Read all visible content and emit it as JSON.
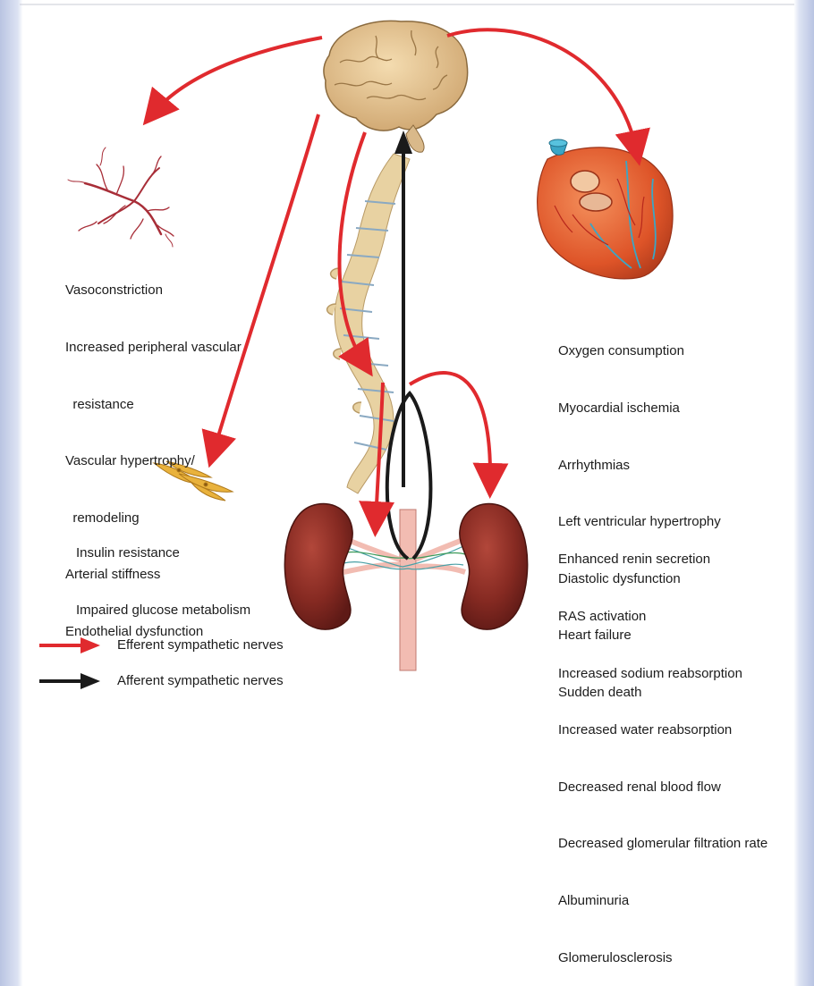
{
  "vascular_effects": [
    "Vasoconstriction",
    "Increased peripheral vascular",
    "  resistance",
    "Vascular hypertrophy/",
    "  remodeling",
    "Arterial stiffness",
    "Endothelial dysfunction"
  ],
  "cardiac_effects": [
    "Oxygen consumption",
    "Myocardial ischemia",
    "Arrhythmias",
    "Left ventricular hypertrophy",
    "Diastolic dysfunction",
    "Heart failure",
    "Sudden death"
  ],
  "metabolic_effects": [
    "Insulin resistance",
    "Impaired glucose metabolism"
  ],
  "renal_effects": [
    "Enhanced renin secretion",
    "RAS activation",
    "Increased sodium reabsorption",
    "Increased water reabsorption",
    "Decreased renal blood flow",
    "Decreased glomerular filtration rate",
    "Albuminuria",
    "Glomerulosclerosis"
  ],
  "legend": {
    "efferent": "Efferent sympathetic nerves",
    "afferent": "Afferent sympathetic nerves"
  },
  "colors": {
    "efferent_arrow": "#e02a2e",
    "afferent_arrow": "#1a1a1a",
    "brain": "#e2c28e",
    "heart": "#e0592c",
    "kidney": "#8a2b22",
    "spine": "#e8d2a2",
    "vessels": "#a82e38",
    "fat_cells": "#e9b23c"
  }
}
